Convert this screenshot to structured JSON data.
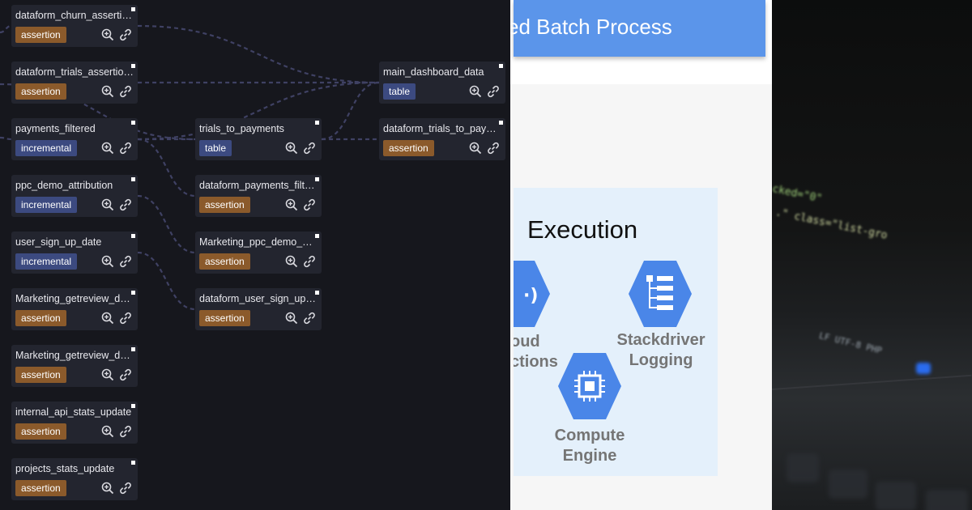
{
  "graph": {
    "nodes": [
      {
        "name": "dataform_churn_assertions",
        "type": "assertion"
      },
      {
        "name": "dataform_trials_assertions",
        "type": "assertion"
      },
      {
        "name": "payments_filtered",
        "type": "incremental"
      },
      {
        "name": "ppc_demo_attribution",
        "type": "incremental"
      },
      {
        "name": "user_sign_up_date",
        "type": "incremental"
      },
      {
        "name": "Marketing_getreview_data",
        "type": "assertion"
      },
      {
        "name": "Marketing_getreview_data",
        "type": "assertion"
      },
      {
        "name": "internal_api_stats_update",
        "type": "assertion"
      },
      {
        "name": "projects_stats_update",
        "type": "assertion"
      },
      {
        "name": "trials_to_payments",
        "type": "table"
      },
      {
        "name": "dataform_payments_filtered",
        "type": "assertion"
      },
      {
        "name": "Marketing_ppc_demo_attribution",
        "type": "assertion"
      },
      {
        "name": "dataform_user_sign_up_date",
        "type": "assertion"
      },
      {
        "name": "main_dashboard_data",
        "type": "table"
      },
      {
        "name": "dataform_trials_to_payments",
        "type": "assertion"
      }
    ],
    "colors": {
      "background": "#16171d",
      "node": "#23252f",
      "assertion": "#8b5a2b",
      "incremental": "#3c4a80",
      "edge": "#3f4163"
    }
  },
  "slide": {
    "banner_title": "ed Batch Process",
    "section_title": "Execution",
    "services": {
      "cloud_functions": "oud\nctions",
      "stackdriver": "Stackdriver\nLogging",
      "compute": "Compute\nEngine"
    },
    "colors": {
      "banner": "#5b95ea",
      "hex": "#4a86e8",
      "panel": "#e4f0fb"
    }
  },
  "photo": {
    "code_line_1": "cked=\"0\"",
    "code_line_2": ".\" class=\"list-gro",
    "status_bar": "LF   UTF-8   PHP"
  }
}
